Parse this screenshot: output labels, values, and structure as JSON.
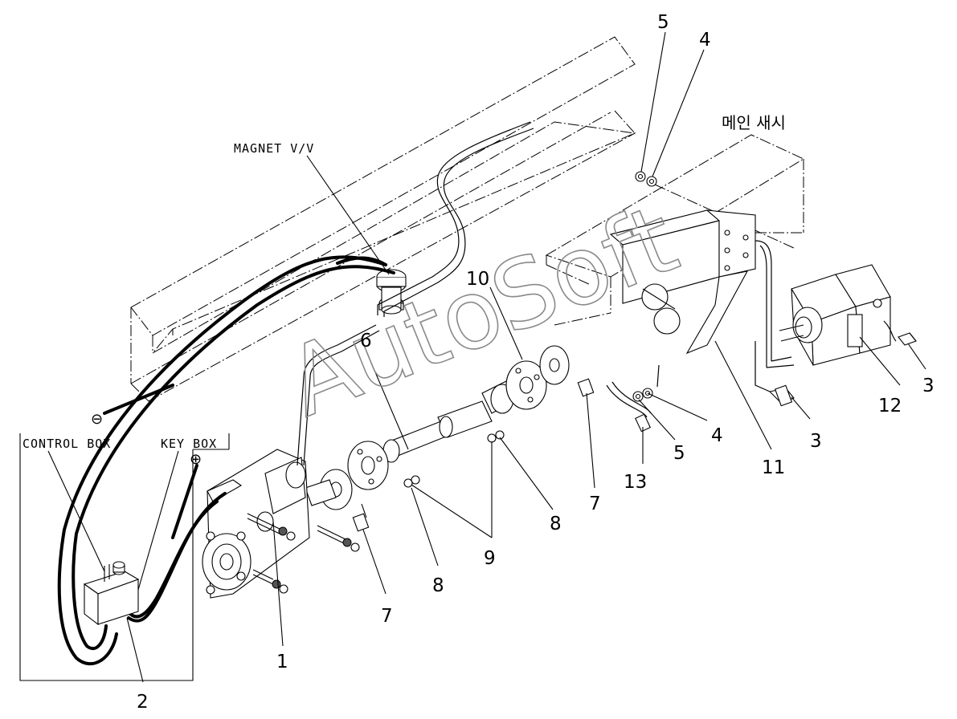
{
  "labels": {
    "magnet": "MAGNET V/V",
    "main_chassis": "메인 새시",
    "control_box": "CONTROL BOX",
    "key_box": "KEY BOX",
    "minus": "⊖",
    "plus": "⊕",
    "watermark": "AutoSoft"
  },
  "callouts": {
    "c1": "1",
    "c2": "2",
    "c3a": "3",
    "c3b": "3",
    "c4a": "4",
    "c4b": "4",
    "c5a": "5",
    "c5b": "5",
    "c6": "6",
    "c7a": "7",
    "c7b": "7",
    "c8a": "8",
    "c8b": "8",
    "c9": "9",
    "c10": "10",
    "c11": "11",
    "c12": "12",
    "c13": "13"
  }
}
